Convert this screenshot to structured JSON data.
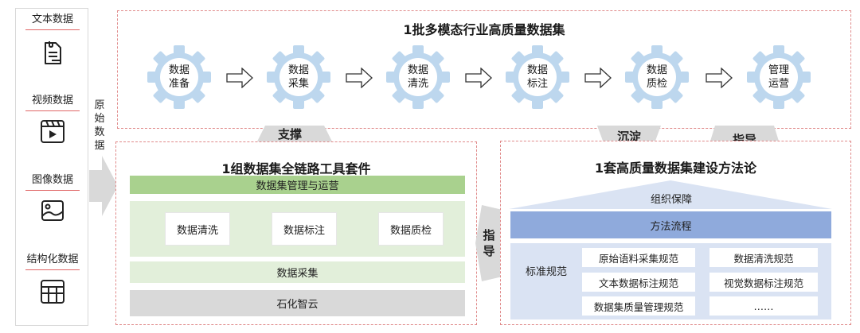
{
  "sources": [
    {
      "label": "文本数据",
      "icon": "document-icon"
    },
    {
      "label": "视频数据",
      "icon": "video-icon"
    },
    {
      "label": "图像数据",
      "icon": "image-icon"
    },
    {
      "label": "结构化数据",
      "icon": "table-icon"
    }
  ],
  "raw_label": "原始数据",
  "pipeline": {
    "title": "1批多模态行业高质量数据集",
    "steps": [
      "数据准备",
      "数据采集",
      "数据清洗",
      "数据标注",
      "数据质检",
      "管理运营"
    ]
  },
  "connectors": {
    "support": "支撑",
    "settle": "沉淀",
    "guide_top": "指导",
    "guide_side": "指导"
  },
  "toolkit": {
    "title": "1组数据集全链路工具套件",
    "top_bar": "数据集管理与运营",
    "tools": [
      "数据清洗",
      "数据标注",
      "数据质检"
    ],
    "collect_bar": "数据采集",
    "base_bar": "石化智云"
  },
  "methodology": {
    "title": "1套高质量数据集建设方法论",
    "roof": "组织保障",
    "process": "方法流程",
    "standards_label": "标准规范",
    "standards": [
      "原始语料采集规范",
      "数据清洗规范",
      "文本数据标注规范",
      "视觉数据标注规范",
      "数据集质量管理规范",
      "……"
    ]
  },
  "colors": {
    "gear": "#bdd7ee",
    "green_dark": "#a9d18e",
    "green_light": "#e2efda",
    "gray_base": "#d9d9d9",
    "blue_process": "#8faadc",
    "blue_light": "#dae3f3",
    "panel_border": "#e08a8a"
  }
}
